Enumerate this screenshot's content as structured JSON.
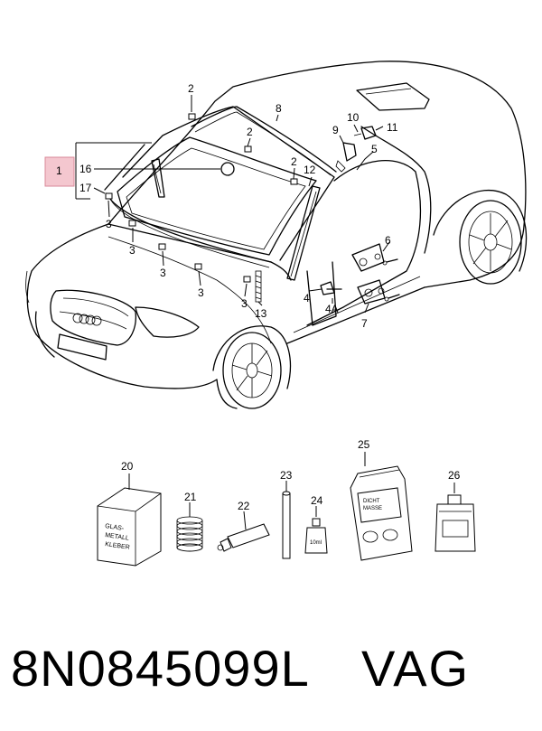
{
  "diagram": {
    "callouts": {
      "c1": "1",
      "c2a": "2",
      "c2b": "2",
      "c2c": "2",
      "c3a": "3",
      "c3b": "3",
      "c3c": "3",
      "c3d": "3",
      "c3e": "3",
      "c4": "4",
      "c4A": "4A",
      "c5": "5",
      "c6": "6",
      "c7": "7",
      "c8": "8",
      "c9": "9",
      "c10": "10",
      "c11": "11",
      "c12": "12",
      "c13": "13",
      "c16": "16",
      "c17": "17",
      "c20": "20",
      "c21": "21",
      "c22": "22",
      "c23": "23",
      "c24": "24",
      "c25": "25",
      "c26": "26"
    },
    "package_labels": {
      "box_line1": "GLAS-",
      "box_line2": "METALL",
      "box_line3": "KLEBER",
      "bottle_label": "10ml",
      "bag_line1": "DICHT",
      "bag_line2": "MASSE"
    },
    "highlight_color": "#f4c7cf"
  },
  "footer": {
    "part_number": "8N0845099L",
    "brand": "VAG"
  }
}
